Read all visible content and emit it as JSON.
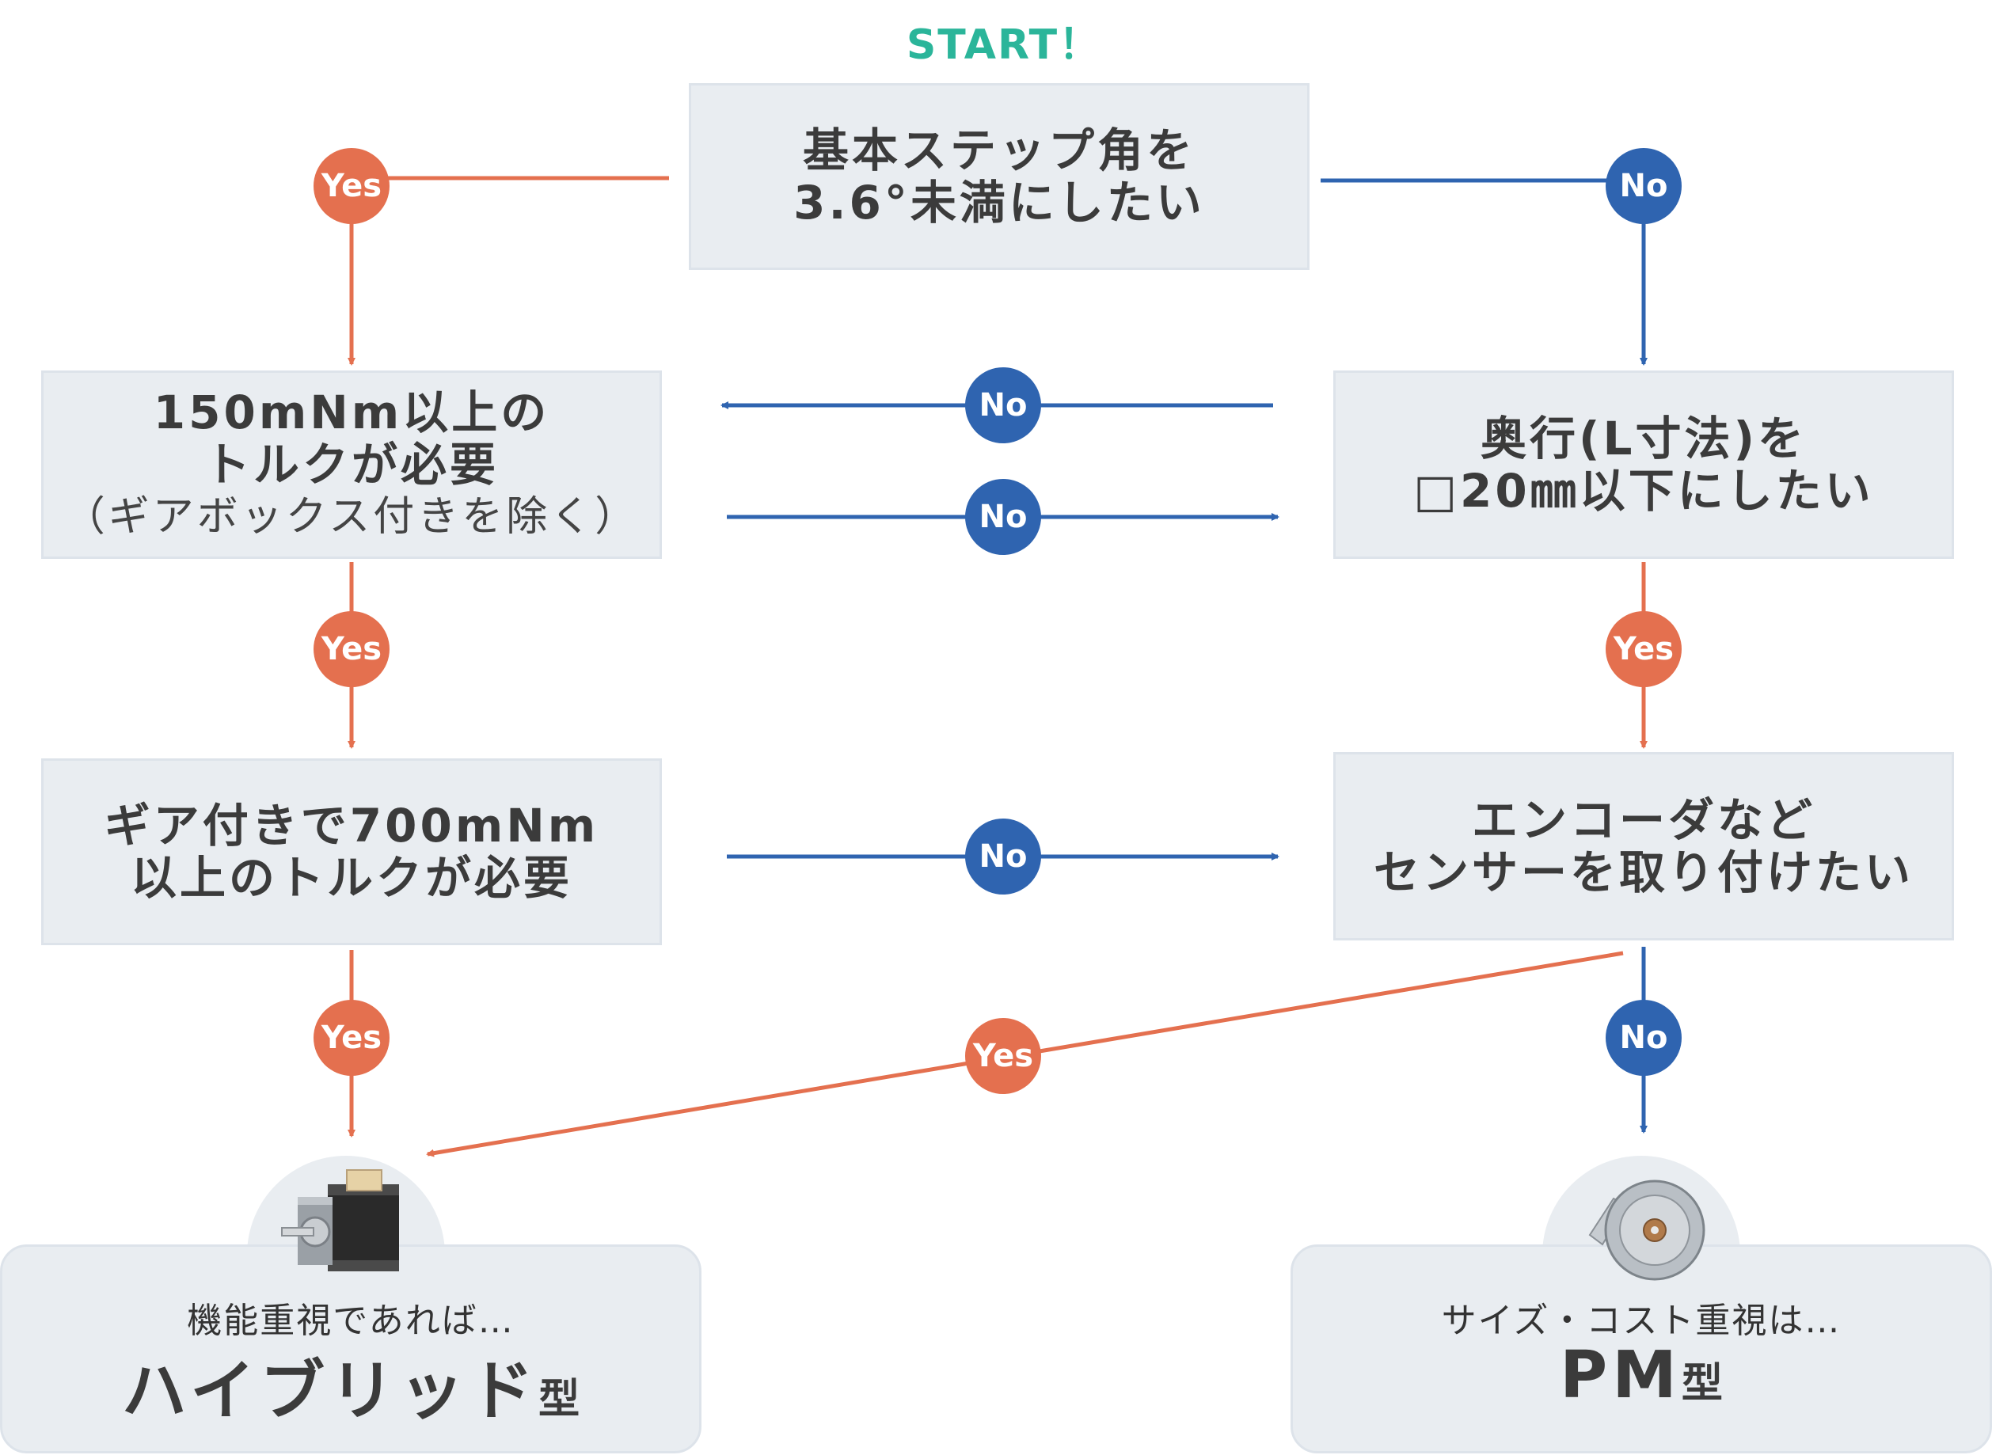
{
  "start_label": "START！",
  "questions": {
    "q1": {
      "lines": [
        "基本ステップ角を",
        "3.6°未満にしたい"
      ]
    },
    "q2": {
      "lines": [
        "150mNm以上の",
        "トルクが必要"
      ],
      "sub": "（ギアボックス付きを除く）"
    },
    "q3": {
      "lines": [
        "奥行(L寸法)を",
        "□20㎜以下にしたい"
      ]
    },
    "q4": {
      "lines": [
        "ギア付きで700mNm",
        "以上のトルクが必要"
      ]
    },
    "q5": {
      "lines": [
        "エンコーダなど",
        "センサーを取り付けたい"
      ]
    }
  },
  "answers": {
    "yes": "Yes",
    "no": "No"
  },
  "results": {
    "hybrid": {
      "caption": "機能重視であれば…",
      "title": "ハイブリッド",
      "suffix": "型"
    },
    "pm": {
      "caption": "サイズ・コスト重視は…",
      "title": "PM",
      "suffix": "型"
    }
  },
  "colors": {
    "yes": "#e4704f",
    "no": "#2f64b0",
    "start": "#2bb59a",
    "box": "#e9edf1"
  },
  "icons": [
    "hybrid-stepper-motor-icon",
    "pm-stepper-motor-icon"
  ]
}
